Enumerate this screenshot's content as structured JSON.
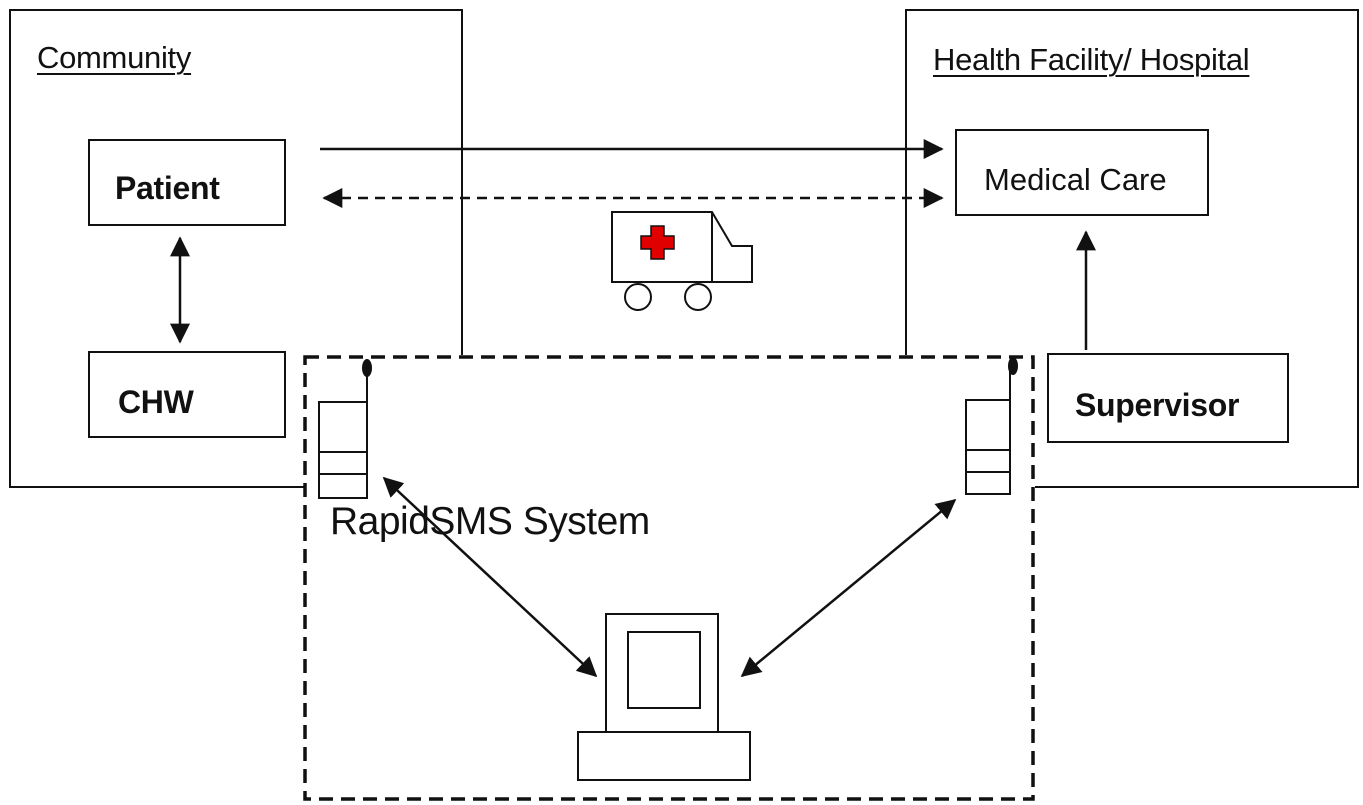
{
  "regions": {
    "community": {
      "title": "Community"
    },
    "hospital": {
      "title": "Health Facility/ Hospital"
    },
    "system": {
      "title": "RapidSMS System"
    }
  },
  "nodes": {
    "patient": "Patient",
    "chw": "CHW",
    "medical_care": "Medical Care",
    "supervisor": "Supervisor"
  },
  "icons": {
    "ambulance": "ambulance-icon",
    "phone_left": "mobile-phone-icon",
    "phone_right": "mobile-phone-icon",
    "computer": "computer-icon"
  },
  "colors": {
    "stroke": "#111111",
    "ambulance_cross": "#e00000",
    "background": "#ffffff"
  }
}
